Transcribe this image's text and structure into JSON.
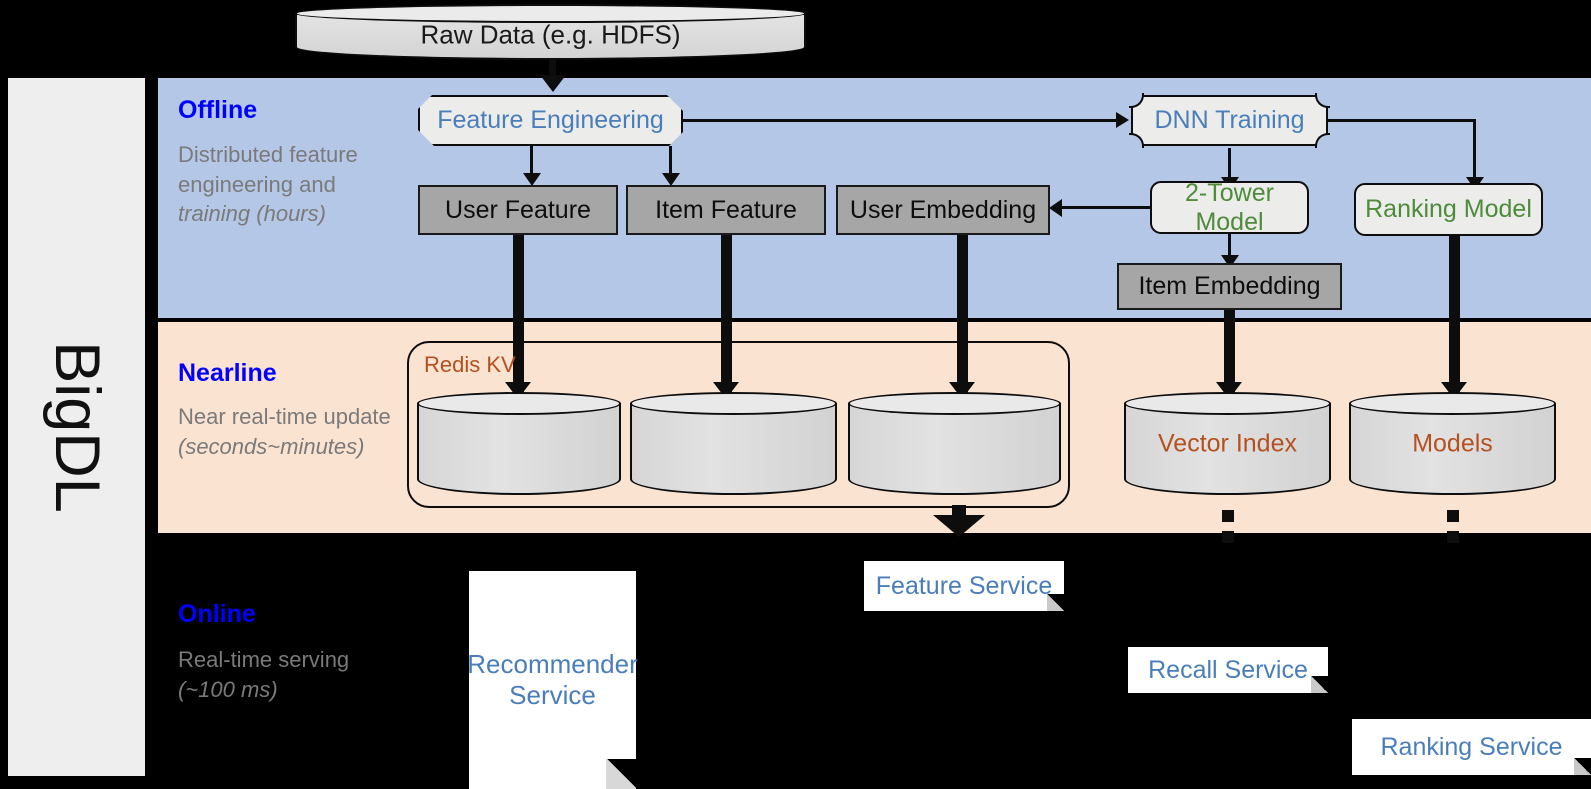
{
  "framework": {
    "name": "BigDL"
  },
  "source": {
    "label": "Raw Data (e.g. HDFS)"
  },
  "bands": {
    "offline": {
      "title": "Offline",
      "subtitle_main": "Distributed feature engineering and ",
      "subtitle_italic": "training (hours)",
      "color": "#b4c7e7"
    },
    "nearline": {
      "title": "Nearline",
      "subtitle_main": "Near real-time update ",
      "subtitle_italic": "(seconds~minutes)",
      "color": "#fbe3d2"
    },
    "online": {
      "title": "Online",
      "subtitle_main": "Real-time serving ",
      "subtitle_italic": "(~100 ms)",
      "color": "#000000"
    }
  },
  "offline_nodes": {
    "feature_engineering": "Feature Engineering",
    "dnn_training": "DNN Training",
    "user_feature": "User Feature",
    "item_feature": "Item Feature",
    "user_embedding": "User Embedding",
    "two_tower_model": "2-Tower Model",
    "ranking_model": "Ranking Model",
    "item_embedding": "Item Embedding"
  },
  "nearline_nodes": {
    "redis_kv": "Redis KV",
    "store_user_feature": "",
    "store_item_feature": "",
    "store_user_embedding": "",
    "vector_index": "Vector Index",
    "models": "Models"
  },
  "online_nodes": {
    "recommender_service": "Recommender Service",
    "feature_service": "Feature Service",
    "recall_service": "Recall Service",
    "ranking_service": "Ranking Service"
  },
  "colors": {
    "heading_blue": "#0000ff",
    "node_blue": "#4a7ebb",
    "node_green": "#4e8b3a",
    "store_orange": "#b5501f",
    "gray_fill": "#a6a6a6",
    "light_fill": "#ececeb",
    "subtitle_gray": "#7a7a7a"
  }
}
